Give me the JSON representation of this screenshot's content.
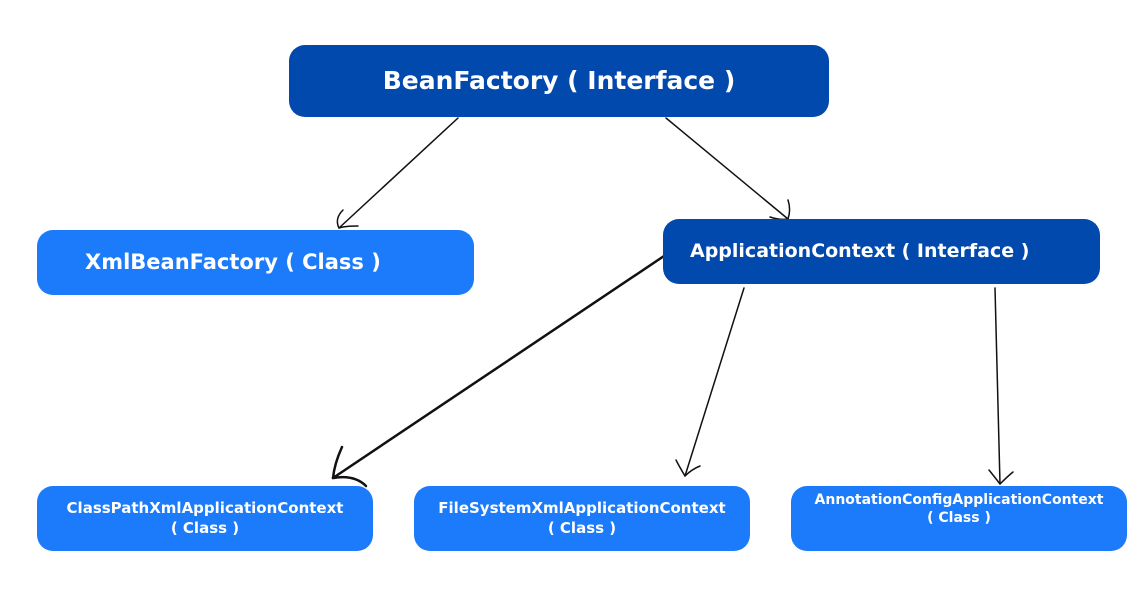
{
  "diagram": {
    "nodes": {
      "bean_factory": {
        "label": "BeanFactory ( Interface )"
      },
      "xml_bean_factory": {
        "label": "XmlBeanFactory ( Class )"
      },
      "application_context": {
        "label": "ApplicationContext ( Interface )"
      },
      "classpath_xml_app_ctx": {
        "line1": "ClassPathXmlApplicationContext",
        "line2": "( Class )"
      },
      "filesystem_xml_app_ctx": {
        "line1": "FileSystemXmlApplicationContext",
        "line2": "( Class )"
      },
      "annotation_config_app_ctx": {
        "line1": "AnnotationConfigApplicationContext",
        "line2": "( Class )"
      }
    },
    "edges": [
      {
        "from": "BeanFactory ( Interface )",
        "to": "XmlBeanFactory ( Class )"
      },
      {
        "from": "BeanFactory ( Interface )",
        "to": "ApplicationContext ( Interface )"
      },
      {
        "from": "ApplicationContext ( Interface )",
        "to": "ClassPathXmlApplicationContext ( Class )"
      },
      {
        "from": "ApplicationContext ( Interface )",
        "to": "FileSystemXmlApplicationContext ( Class )"
      },
      {
        "from": "ApplicationContext ( Interface )",
        "to": "AnnotationConfigApplicationContext ( Class )"
      }
    ],
    "colors": {
      "interface_fill": "#0249ad",
      "class_fill": "#1c7bfb",
      "text": "#ffffff",
      "connector": "#111111"
    }
  }
}
